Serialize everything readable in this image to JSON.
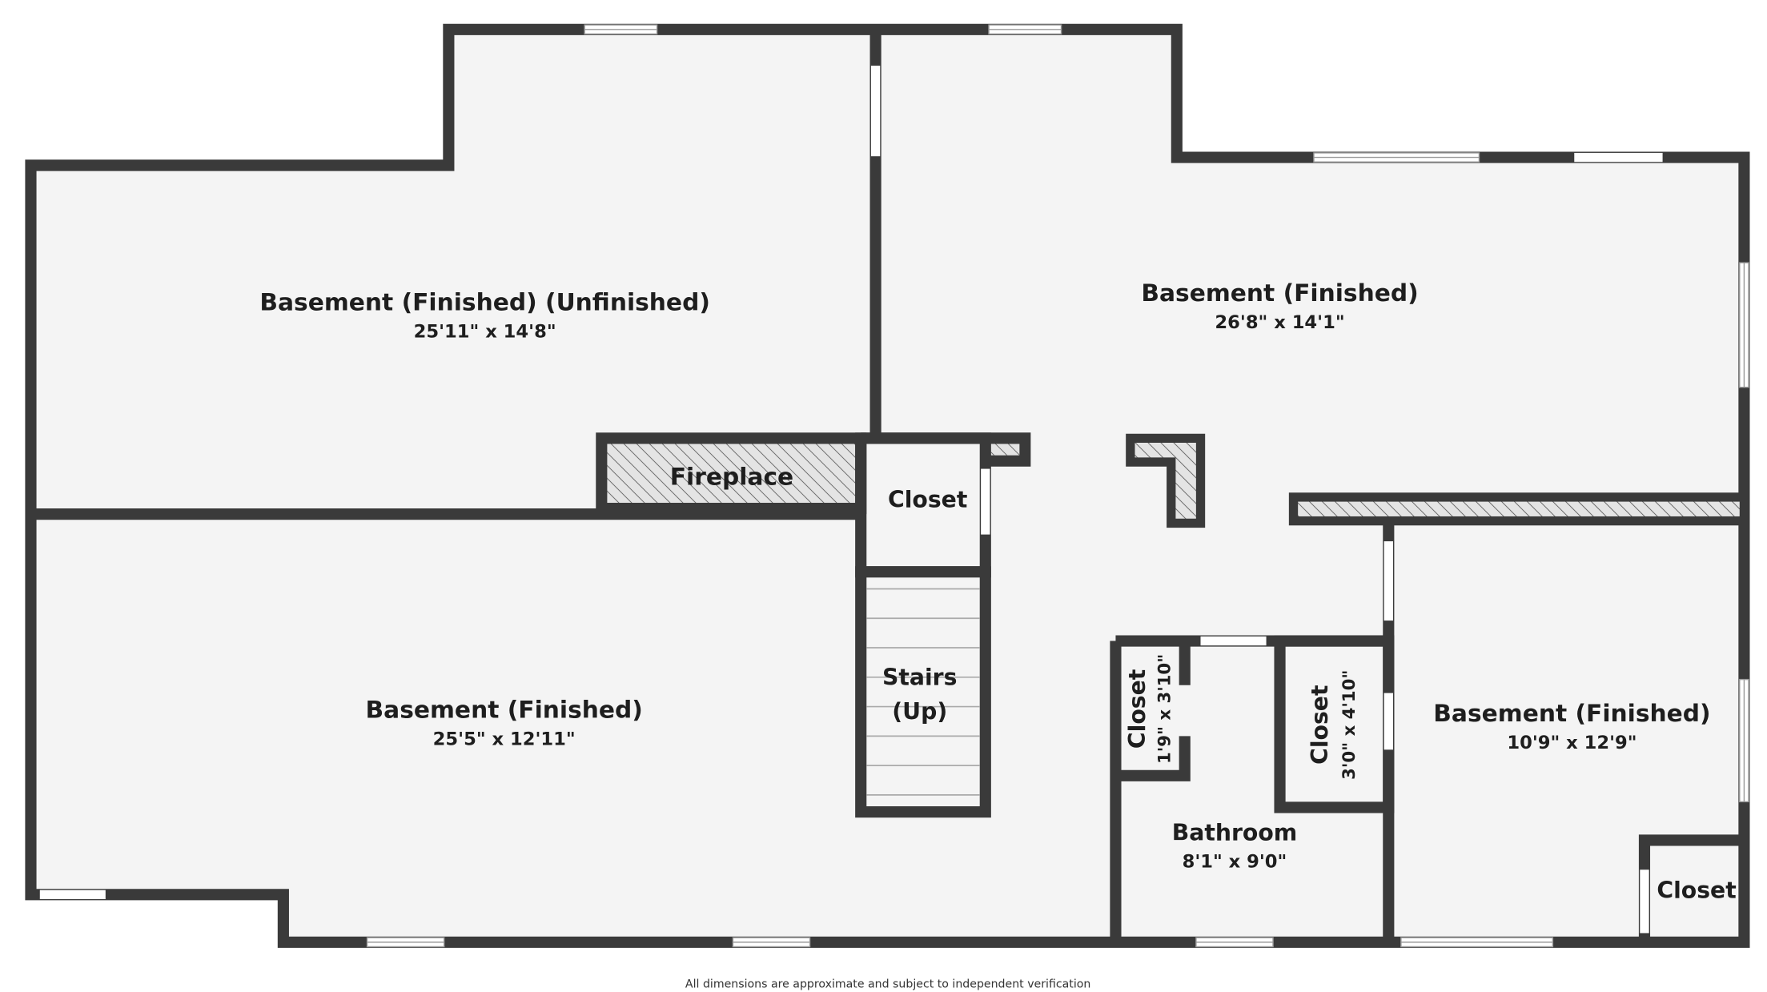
{
  "rooms": {
    "top_left": {
      "name": "Basement (Finished) (Unfinished)",
      "dims": "25'11\" x 14'8\""
    },
    "top_right": {
      "name": "Basement (Finished)",
      "dims": "26'8\" x 14'1\""
    },
    "bottom_left": {
      "name": "Basement (Finished)",
      "dims": "25'5\" x 12'11\""
    },
    "bottom_right": {
      "name": "Basement (Finished)",
      "dims": "10'9\" x 12'9\""
    },
    "fireplace": {
      "name": "Fireplace"
    },
    "closet_center": {
      "name": "Closet"
    },
    "stairs": {
      "line1": "Stairs",
      "line2": "(Up)"
    },
    "closet_small": {
      "name": "Closet",
      "dims": "1'9\" x 3'10\""
    },
    "closet_mid": {
      "name": "Closet",
      "dims": "3'0\" x 4'10\""
    },
    "bathroom": {
      "name": "Bathroom",
      "dims": "8'1\" x 9'0\""
    },
    "closet_corner": {
      "name": "Closet"
    }
  },
  "footer": "All dimensions are approximate and subject to independent verification",
  "colors": {
    "wall": "#3a3a3a",
    "floor": "#f4f4f4"
  }
}
